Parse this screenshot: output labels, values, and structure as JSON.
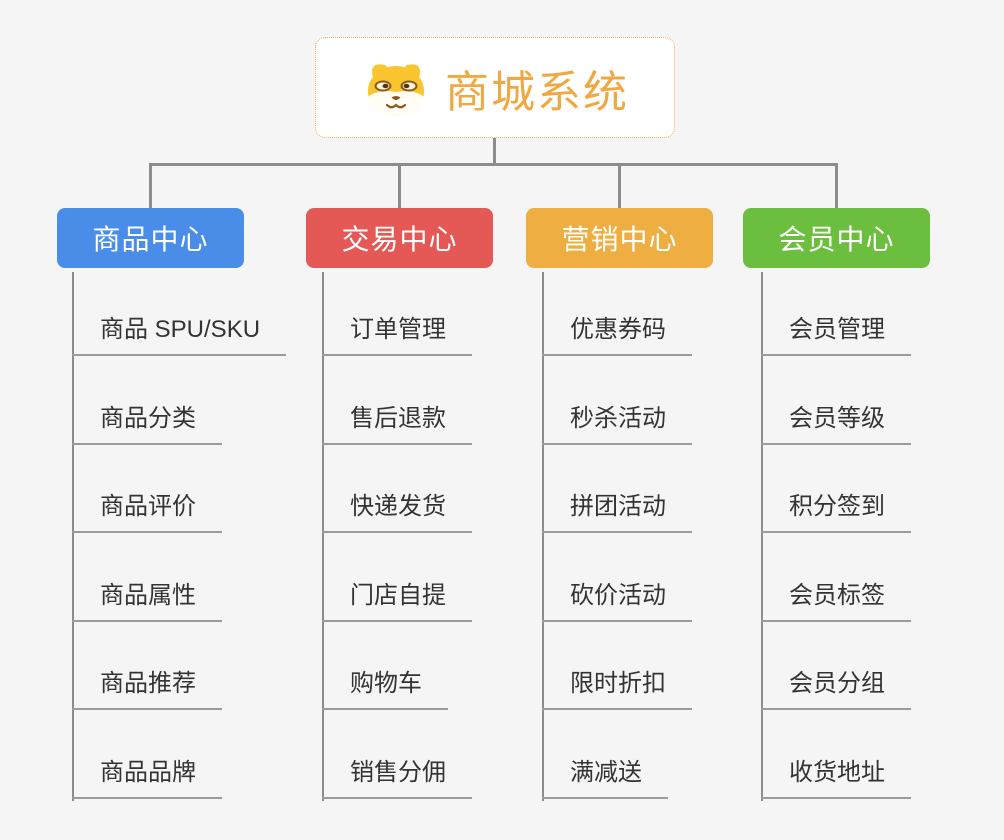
{
  "root": {
    "title": "商城系统",
    "icon": "dog-face-icon",
    "accent": "#F0A843",
    "border_color": "#F2AC52"
  },
  "connector_color": "#8C8C8C",
  "branches": [
    {
      "label": "商品中心",
      "color": "#4A8DE9",
      "items": [
        "商品 SPU/SKU",
        "商品分类",
        "商品评价",
        "商品属性",
        "商品推荐",
        "商品品牌"
      ]
    },
    {
      "label": "交易中心",
      "color": "#E45855",
      "items": [
        "订单管理",
        "售后退款",
        "快递发货",
        "门店自提",
        "购物车",
        "销售分佣"
      ]
    },
    {
      "label": "营销中心",
      "color": "#EFAE41",
      "items": [
        "优惠券码",
        "秒杀活动",
        "拼团活动",
        "砍价活动",
        "限时折扣",
        "满减送"
      ]
    },
    {
      "label": "会员中心",
      "color": "#6CBE3F",
      "items": [
        "会员管理",
        "会员等级",
        "积分签到",
        "会员标签",
        "会员分组",
        "收货地址"
      ]
    }
  ]
}
